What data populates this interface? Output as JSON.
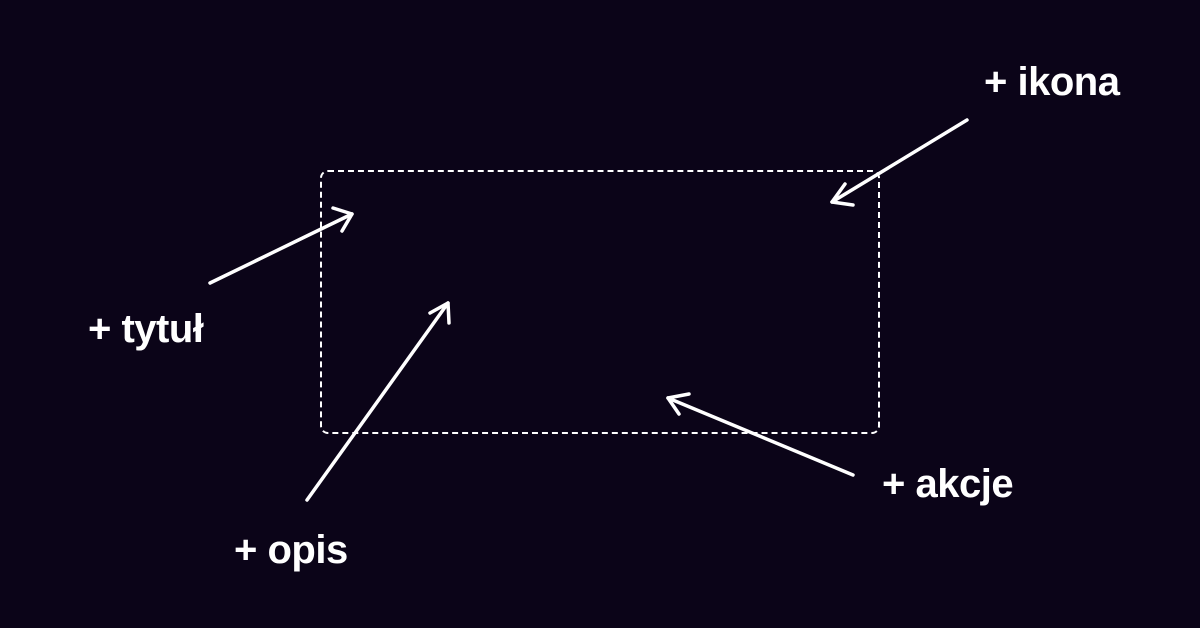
{
  "background_color": "#0b0418",
  "foreground_color": "#ffffff",
  "labels": {
    "icon": "+ ikona",
    "title": "+ tytuł",
    "actions": "+ akcje",
    "description": "+ opis"
  }
}
